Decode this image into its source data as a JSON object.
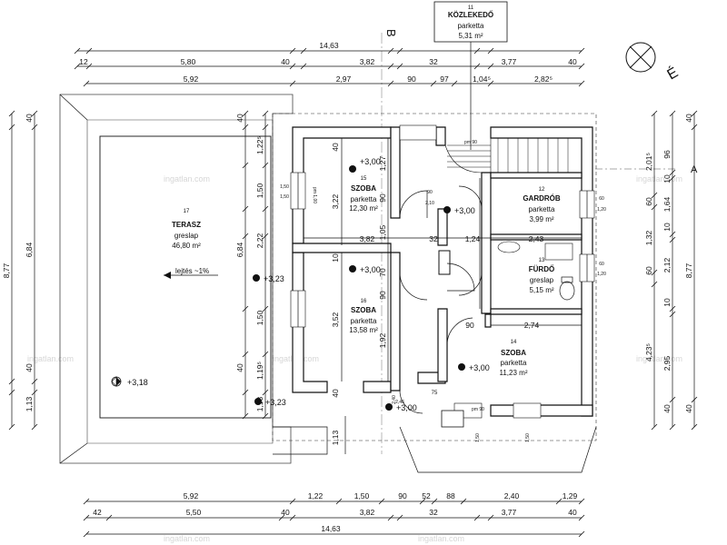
{
  "header_room": {
    "number": "11",
    "name": "KÖZLEKEDŐ",
    "floor": "parketta",
    "area": "5,31 m²"
  },
  "section_mark": "B",
  "compass_label": "É",
  "section_a": "A",
  "rooms": [
    {
      "id": "r17",
      "number": "17",
      "name": "TERASZ",
      "floor": "greslap",
      "area": "46,80 m²"
    },
    {
      "id": "r15",
      "number": "15",
      "name": "SZOBA",
      "floor": "parketta",
      "area": "12,30 m²"
    },
    {
      "id": "r12",
      "number": "12",
      "name": "GARDRÓB",
      "floor": "parketta",
      "area": "3,99 m²"
    },
    {
      "id": "r13",
      "number": "13",
      "name": "FÜRDŐ",
      "floor": "greslap",
      "area": "5,15 m²"
    },
    {
      "id": "r16",
      "number": "16",
      "name": "SZOBA",
      "floor": "parketta",
      "area": "13,58 m²"
    },
    {
      "id": "r14",
      "number": "14",
      "name": "SZOBA",
      "floor": "parketta",
      "area": "11,23 m²"
    }
  ],
  "slope_note": "lejtés ~1%",
  "levels": {
    "terrace": "+3,18",
    "room15": "+3,00",
    "hall": "+3,00",
    "room16": "+3,00",
    "room14": "+3,00",
    "entry": "+3,00",
    "edge_top": "+3,23",
    "edge_bottom": "+3,23"
  },
  "top_dims": {
    "total": "14,63",
    "row1": [
      "12",
      "5,80",
      "40",
      "3,82",
      "32",
      "3,77",
      "40"
    ],
    "row2": [
      "5,92",
      "2,97",
      "90",
      "97",
      "1,04⁵",
      "2,82⁵"
    ]
  },
  "bottom_dims": {
    "total": "14,63",
    "row1": [
      "5,92",
      "1,22",
      "1,50",
      "90",
      "52",
      "88",
      "2,40",
      "1,29"
    ],
    "row2": [
      "42",
      "5,50",
      "40",
      "3,82",
      "32",
      "3,77",
      "40"
    ]
  },
  "left_dims": {
    "outer": [
      "40",
      "6,84",
      "40",
      "1,13"
    ],
    "total": "8,77"
  },
  "left_inner": [
    "1,22⁵",
    "1,50",
    "2,22",
    "1,50",
    "1,19⁵",
    "1,13"
  ],
  "left_inner2": [
    "40",
    "6,84",
    "40"
  ],
  "right_dims": {
    "outer": [
      "40",
      "8,77",
      "40"
    ],
    "total": "8,77"
  },
  "right_inner": [
    "96",
    "10",
    "1,64",
    "10",
    "2,12",
    "10",
    "2,95",
    "40"
  ],
  "right_inner2": [
    "2,01⁵",
    "60",
    "1,32",
    "60",
    "4,23⁵"
  ],
  "interior_dims": [
    "3,22",
    "3,82",
    "32",
    "1,24",
    "3,52",
    "1,27",
    "90",
    "1,05",
    "1,92",
    "70",
    "90",
    "2,43",
    "2,74",
    "90",
    "10",
    "40",
    "40",
    "1,13",
    "2,40",
    "75"
  ],
  "openings": [
    "1,50",
    "1,50",
    "pm 1,00",
    "90",
    "2,10",
    "pm 90",
    "60",
    "1,20",
    "60",
    "1,20",
    "2,46",
    "1,50",
    "pm 90",
    "1,50"
  ],
  "watermark": "ingatlan.com"
}
